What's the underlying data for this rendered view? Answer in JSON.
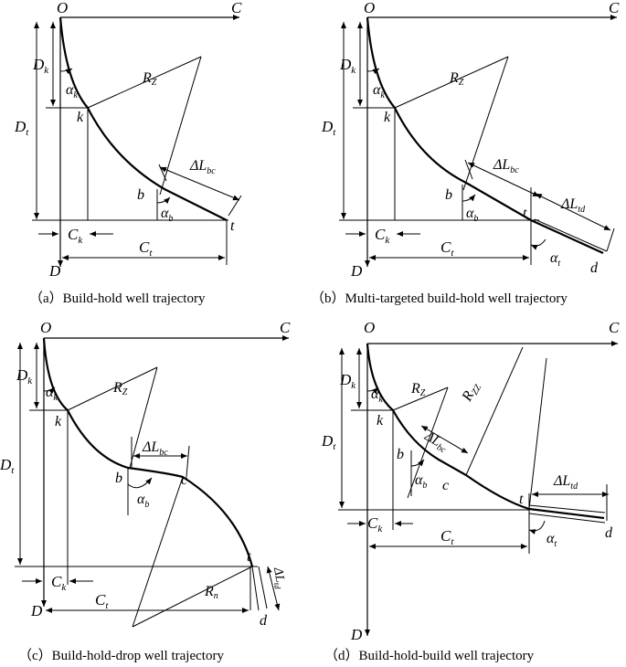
{
  "captions": {
    "a": "（a）Build-hold well trajectory",
    "b": "（b）Multi-targeted build-hold well trajectory",
    "c": "（c）Build-hold-drop well trajectory",
    "d": "（d）Build-hold-build well trajectory"
  },
  "labels": {
    "O": "O",
    "C": "C",
    "D": "D",
    "D_main": "D",
    "D_k_sub": "k",
    "D_t_sub": "t",
    "C_main": "C",
    "C_k_sub": "k",
    "C_t_sub": "t",
    "alpha": "α",
    "k_sub": "k",
    "b_sub": "b",
    "t_sub": "t",
    "R": "R",
    "Z_sub": "Z",
    "ZZ_sub": "ZZ",
    "n_sub": "n",
    "delta_L": "ΔL",
    "bc_sub": "bc",
    "td_sub": "td",
    "k": "k",
    "b": "b",
    "c": "c",
    "t": "t",
    "d": "d"
  },
  "colors": {
    "line": "#000000",
    "background": "#ffffff"
  }
}
